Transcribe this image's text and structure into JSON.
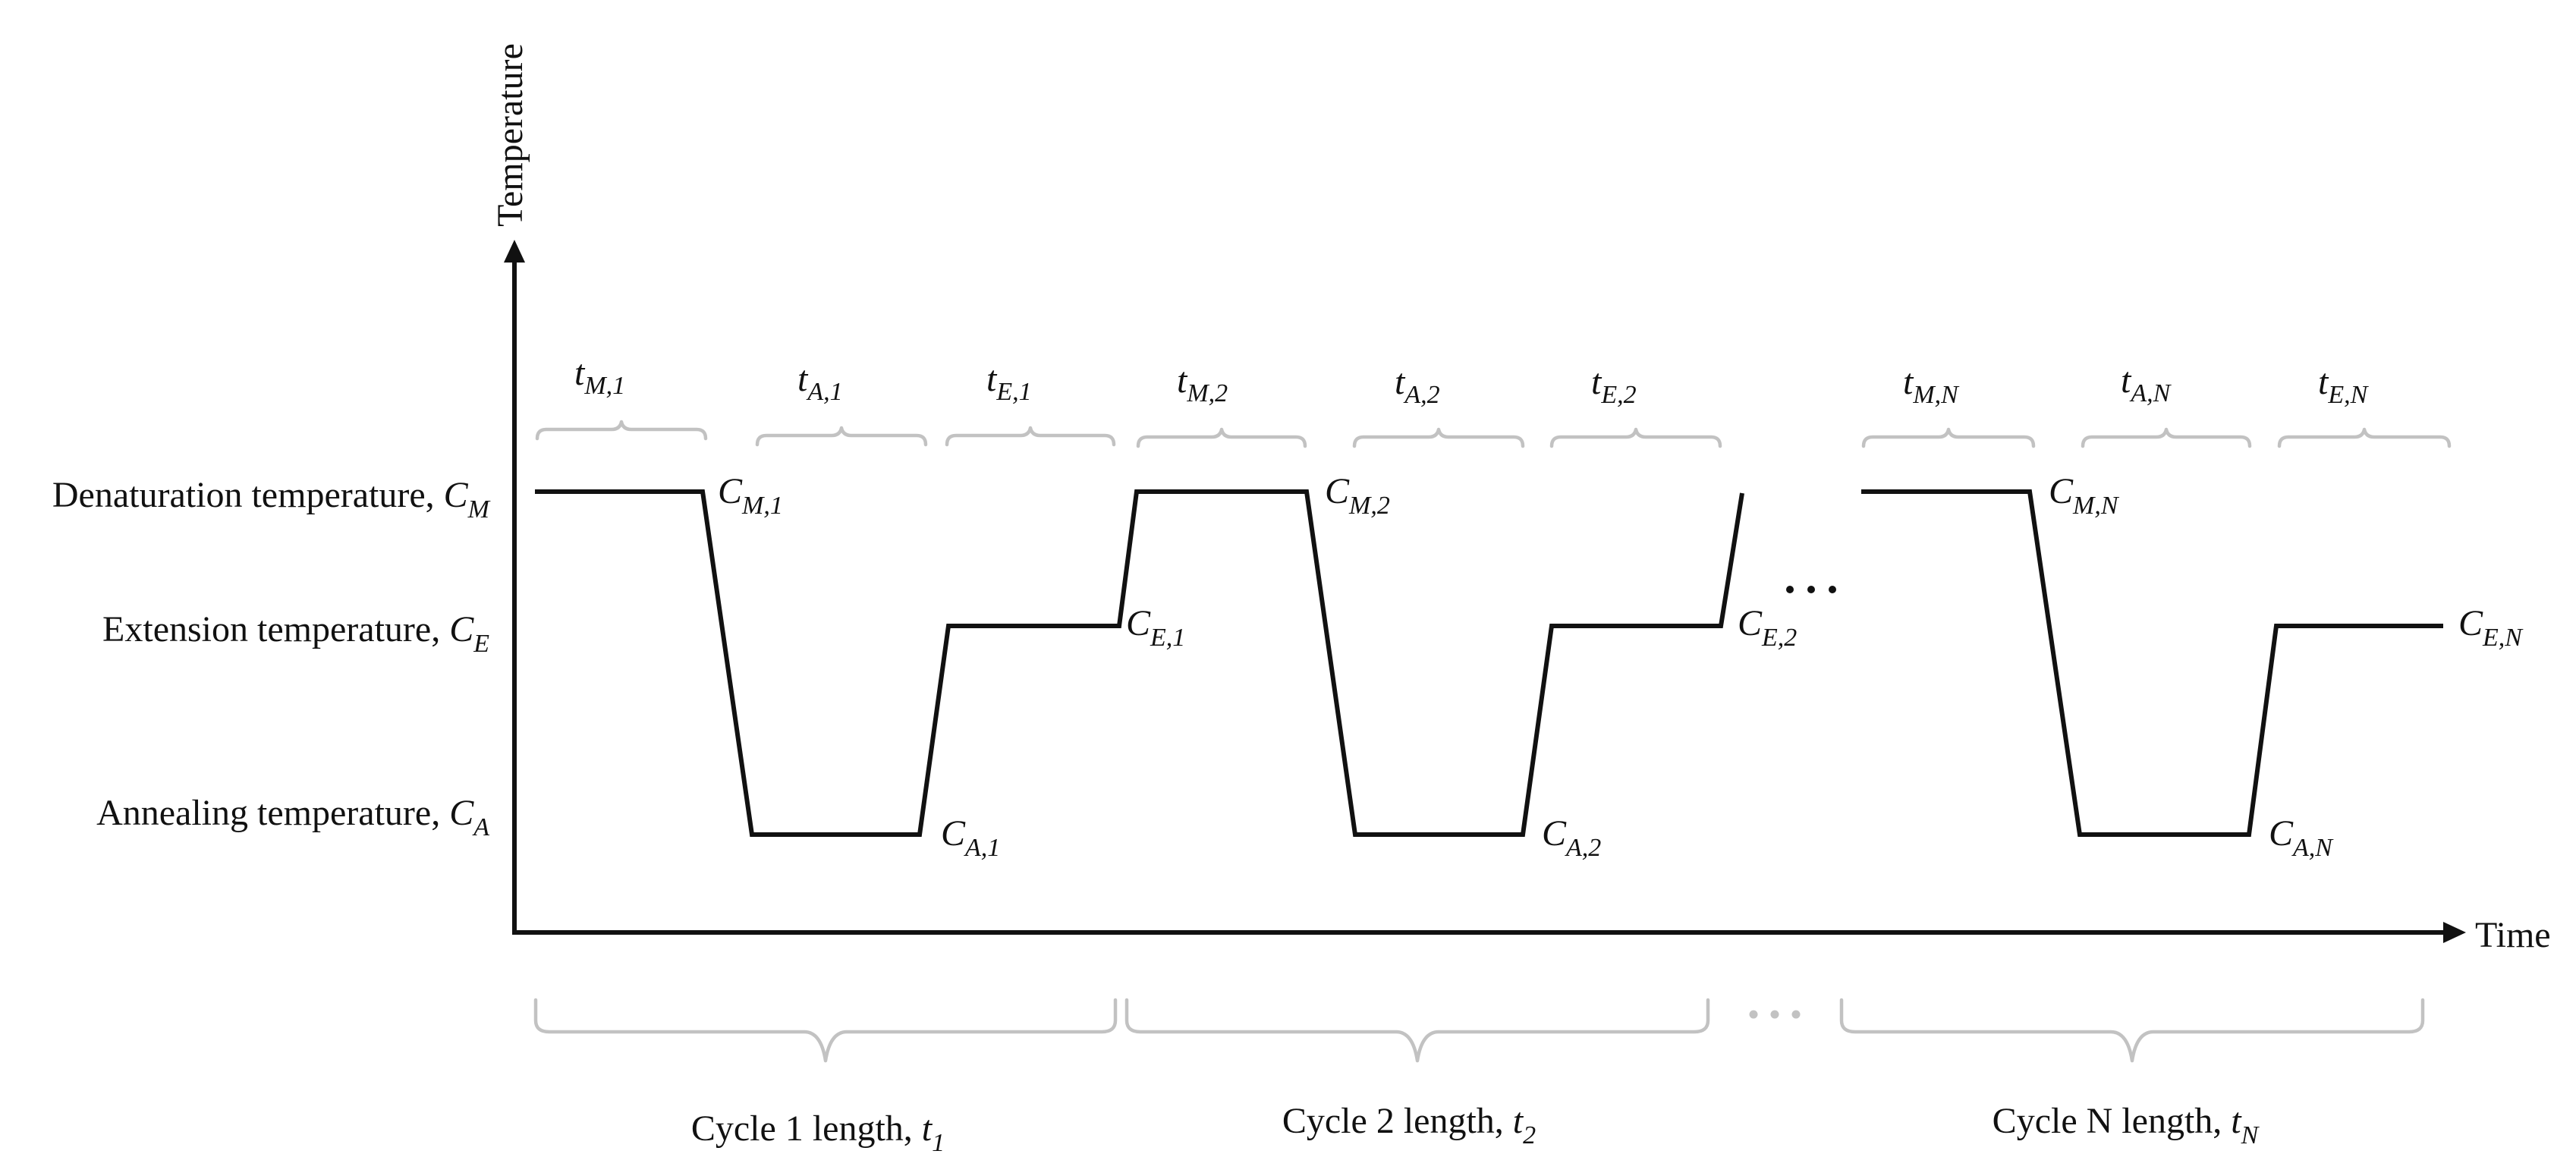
{
  "axes": {
    "y_label": "Temperature",
    "x_label": "Time"
  },
  "levels": [
    {
      "id": "denaturation",
      "text": "Denaturation temperature, ",
      "sym": "C",
      "sub": "M"
    },
    {
      "id": "extension",
      "text": "Extension temperature, ",
      "sym": "C",
      "sub": "E"
    },
    {
      "id": "annealing",
      "text": "Annealing temperature, ",
      "sym": "C",
      "sub": "A"
    }
  ],
  "point_labels": [
    {
      "sym": "C",
      "sub": "M,1"
    },
    {
      "sym": "C",
      "sub": "A,1"
    },
    {
      "sym": "C",
      "sub": "E,1"
    },
    {
      "sym": "C",
      "sub": "M,2"
    },
    {
      "sym": "C",
      "sub": "A,2"
    },
    {
      "sym": "C",
      "sub": "E,2"
    },
    {
      "sym": "C",
      "sub": "M,N"
    },
    {
      "sym": "C",
      "sub": "A,N"
    },
    {
      "sym": "C",
      "sub": "E,N"
    }
  ],
  "step_labels": [
    {
      "sym": "t",
      "sub": "M,1"
    },
    {
      "sym": "t",
      "sub": "A,1"
    },
    {
      "sym": "t",
      "sub": "E,1"
    },
    {
      "sym": "t",
      "sub": "M,2"
    },
    {
      "sym": "t",
      "sub": "A,2"
    },
    {
      "sym": "t",
      "sub": "E,2"
    },
    {
      "sym": "t",
      "sub": "M,N"
    },
    {
      "sym": "t",
      "sub": "A,N"
    },
    {
      "sym": "t",
      "sub": "E,N"
    }
  ],
  "cycle_labels": [
    {
      "text": "Cycle 1 length, ",
      "sym": "t",
      "sub": "1"
    },
    {
      "text": "Cycle 2 length, ",
      "sym": "t",
      "sub": "2"
    },
    {
      "text": "Cycle N length, ",
      "sym": "t",
      "sub": "N"
    }
  ],
  "ellipsis_marks": 2
}
